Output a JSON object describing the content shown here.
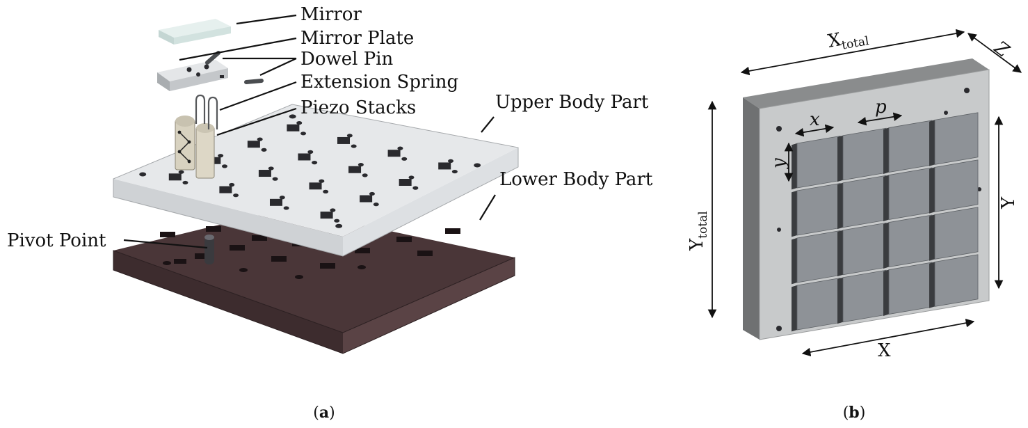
{
  "panel_a": {
    "caption": {
      "open": "(",
      "letter": "a",
      "close": ")"
    },
    "labels": {
      "mirror": "Mirror",
      "mirror_plate": "Mirror Plate",
      "dowel_pin": "Dowel Pin",
      "extension_spring": "Extension Spring",
      "piezo_stacks": "Piezo Stacks",
      "upper_body_part": "Upper Body Part",
      "lower_body_part": "Lower Body Part",
      "pivot_point": "Pivot Point"
    },
    "colors": {
      "upper_plate": "#e6e8ea",
      "lower_block": "#4a3638",
      "mirror_glass": "#dbe8e6",
      "piezo": "#d8d2c0",
      "holes": "#2a2a2e"
    }
  },
  "panel_b": {
    "caption": {
      "open": "(",
      "letter": "b",
      "close": ")"
    },
    "dimensions": {
      "x_total": {
        "base": "X",
        "sub": "total"
      },
      "y_total": {
        "base": "Y",
        "sub": "total"
      },
      "z": "Z",
      "x": "x",
      "y": "y",
      "p": "p",
      "X": "X",
      "Y": "Y"
    },
    "grid": {
      "rows": 4,
      "cols": 4
    },
    "colors": {
      "frame": "#c8cacb",
      "frame_side": "#7d7f80",
      "mirror_face": "#8e9297",
      "mirror_side": "#3a3c3f"
    }
  }
}
